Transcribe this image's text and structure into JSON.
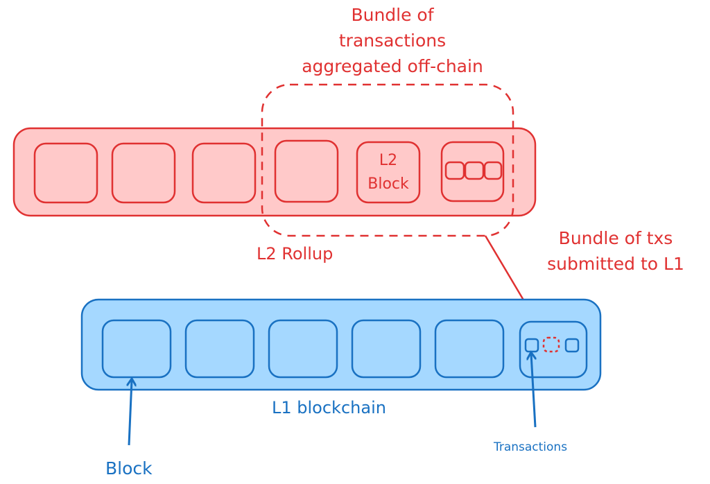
{
  "colors": {
    "red": "#e03131",
    "red_fill": "#ffc9c9",
    "blue": "#1971c2",
    "blue_fill": "#a5d8ff"
  },
  "l2": {
    "label": "L2 Rollup",
    "block_label_line1": "L2",
    "block_label_line2": "Block"
  },
  "l1": {
    "label": "L1 blockchain"
  },
  "annotations": {
    "bundle_offchain": [
      "Bundle of",
      "transactions",
      "aggregated off-chain"
    ],
    "bundle_submitted": [
      "Bundle of txs",
      "submitted to L1"
    ],
    "block": "Block",
    "transactions": "Transactions"
  }
}
